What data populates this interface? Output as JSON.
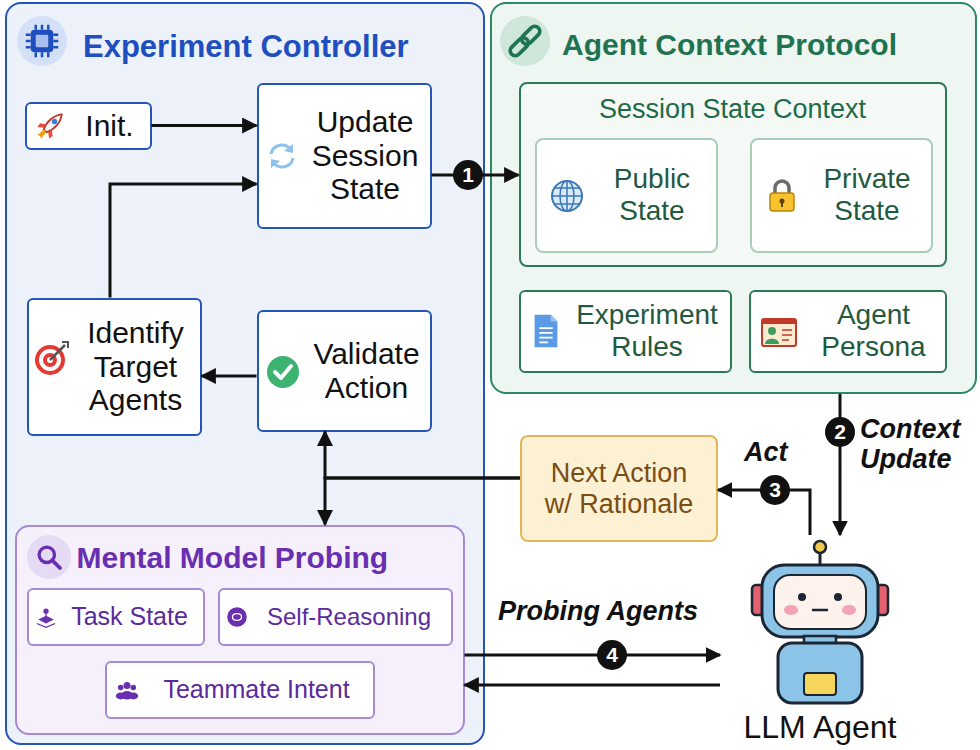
{
  "diagram": {
    "nodes": [
      {
        "text": [
          "Experiment Controller"
        ]
      },
      {
        "text": [
          "Init."
        ],
        "in": 0
      },
      {
        "text": [
          "Update Session State"
        ],
        "in": 0
      },
      {
        "text": [
          "Identify Target Agents"
        ],
        "in": 0
      },
      {
        "text": [
          "Validate Action"
        ],
        "in": 0
      },
      {
        "text": [
          "Mental Model Probing"
        ],
        "in": 0
      },
      {
        "text": [
          "Task State"
        ],
        "in": 5
      },
      {
        "text": [
          "Self-Reasoning"
        ],
        "in": 5
      },
      {
        "text": [
          "Teammate Intent"
        ],
        "in": 5
      },
      {
        "text": [
          "Agent Context Protocol"
        ]
      },
      {
        "text": [
          "Session State Context"
        ],
        "in": 9
      },
      {
        "text": [
          "Public State"
        ],
        "in": 10
      },
      {
        "text": [
          "Private State"
        ],
        "in": 10
      },
      {
        "text": [
          "Experiment Rules"
        ],
        "in": 9
      },
      {
        "text": [
          "Agent Persona"
        ],
        "in": 9
      },
      {
        "text": [
          "Next Action w/ Rationale"
        ]
      },
      {
        "text": [
          "LLM Agent"
        ]
      }
    ],
    "edges": [
      {
        "from": 1,
        "to": 2,
        "arrow": "to"
      },
      {
        "from": 3,
        "to": 2,
        "arrow": "to"
      },
      {
        "from": 4,
        "to": 3,
        "arrow": "to"
      },
      {
        "from": 2,
        "to": 10,
        "arrow": "to"
      },
      {
        "from": 9,
        "to": 16,
        "arrow": "to",
        "label": "Context Update"
      },
      {
        "from": 16,
        "to": 15,
        "arrow": "to",
        "label": "Act"
      },
      {
        "from": 15,
        "to": 4,
        "arrow": "to"
      },
      {
        "from": 15,
        "to": 5,
        "arrow": "to"
      },
      {
        "from": 5,
        "to": 16,
        "arrow": "to",
        "label": "Probing Agents"
      },
      {
        "from": 16,
        "to": 5,
        "arrow": "to"
      }
    ],
    "labels": [
      "1",
      "2",
      "3",
      "4"
    ]
  }
}
